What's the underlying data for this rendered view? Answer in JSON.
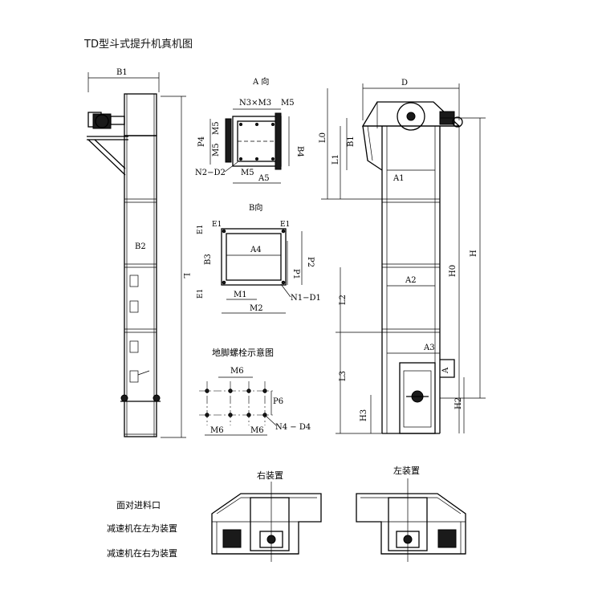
{
  "title": "TD型斗式提升机真机图",
  "front_view": {
    "B1": "B1",
    "B2": "B2",
    "L": "L"
  },
  "view_a": {
    "heading": "A 向",
    "N3M3": "N3×M3",
    "M5_top": "M5",
    "P4": "P4",
    "M5_left1": "M5",
    "M5_left2": "M5",
    "B4": "B4",
    "N2D2": "N2−D2",
    "M5_bottom": "M5",
    "A5": "A5"
  },
  "view_b": {
    "heading": "B向",
    "E1_tl": "E1",
    "E1_tr": "E1",
    "E1_l": "E1",
    "E1_bl": "E1",
    "A4": "A4",
    "B3": "B3",
    "P1": "P1",
    "P2": "P2",
    "M1": "M1",
    "M2": "M2",
    "N1D1": "N1−D1"
  },
  "anchor": {
    "heading": "地脚螺栓示意图",
    "M6_top": "M6",
    "P6": "P6",
    "M6_bl": "M6",
    "M6_bm": "M6",
    "N4D4": "N4 − D4"
  },
  "side_view": {
    "D": "D",
    "L0": "L0",
    "B1": "B1",
    "L1": "L1",
    "A1": "A1",
    "A2": "A2",
    "H0": "H0",
    "H": "H",
    "L2": "L2",
    "A3": "A3",
    "L3": "L3",
    "A": "A",
    "H2": "H2",
    "H3": "H3"
  },
  "notes": {
    "line1": "面对进料口",
    "line2": "减速机在左为装置",
    "line3": "减速机在右为装置"
  },
  "installs": {
    "right_label": "右装置",
    "left_label": "左装置"
  }
}
